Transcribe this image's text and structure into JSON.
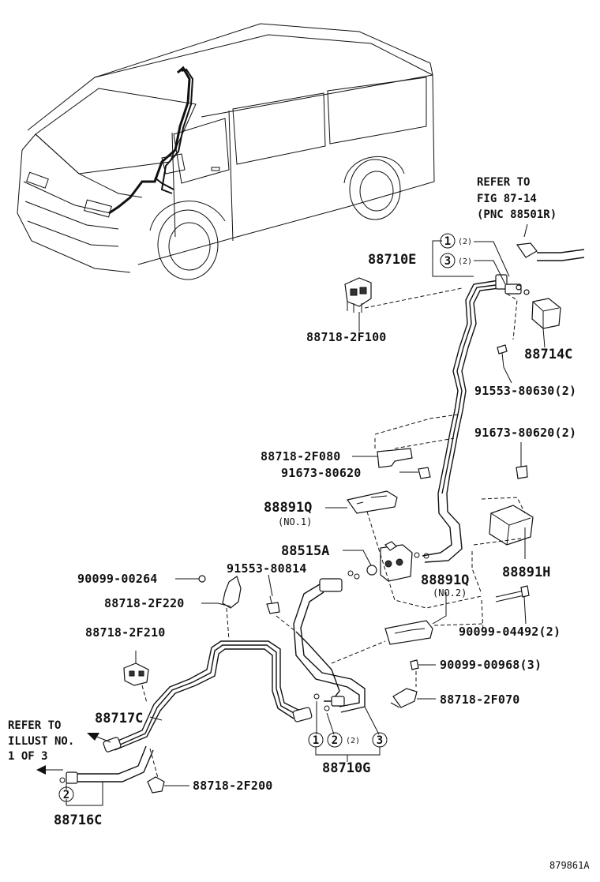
{
  "refs": {
    "top": [
      "REFER TO",
      "FIG 87-14",
      "(PNC 88501R)"
    ],
    "left": [
      "REFER TO",
      "ILLUST NO.",
      "1 OF 3"
    ]
  },
  "parts": {
    "p88710E": "88710E",
    "p88718_2F100": "88718-2F100",
    "p88714C": "88714C",
    "p91553_80630": "91553-80630(2)",
    "p91673_80620_2": "91673-80620(2)",
    "p88718_2F080": "88718-2F080",
    "p91673_80620": "91673-80620",
    "p88891Q_1": "88891Q",
    "p88891Q_1_note": "(NO.1)",
    "p88891H": "88891H",
    "p88515A": "88515A",
    "p90099_00264": "90099-00264",
    "p91553_80814": "91553-80814",
    "p88891Q_2": "88891Q",
    "p88891Q_2_note": "(NO.2)",
    "p88718_2F220": "88718-2F220",
    "p90099_04492": "90099-04492(2)",
    "p88718_2F210": "88718-2F210",
    "p90099_00968": "90099-00968(3)",
    "p88718_2F070": "88718-2F070",
    "p88717C": "88717C",
    "p88710G": "88710G",
    "p88718_2F200": "88718-2F200",
    "p88716C": "88716C"
  },
  "callouts": {
    "c1": "1",
    "c2": "2",
    "c3": "3",
    "qty2": "(2)"
  },
  "figure_id": "879861A"
}
